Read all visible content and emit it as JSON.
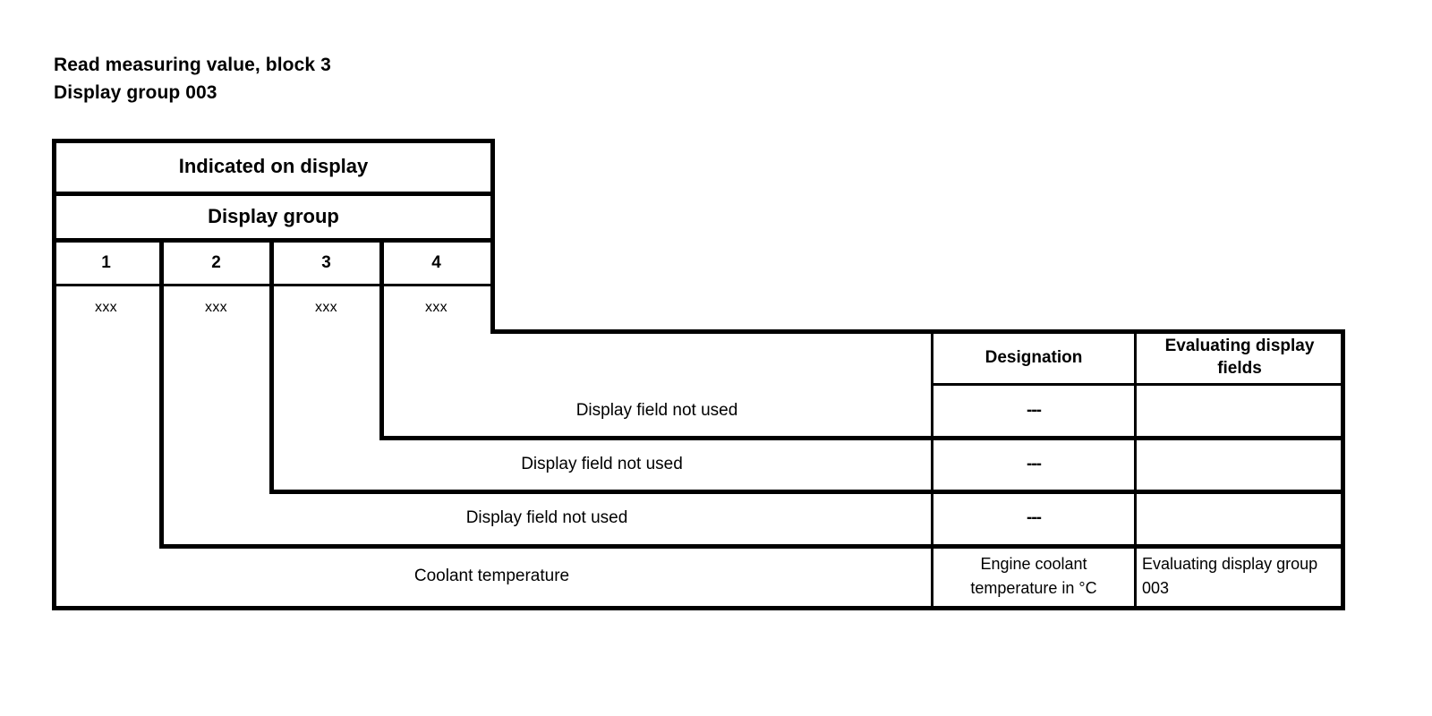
{
  "title": {
    "line1": "Read measuring value, block 3",
    "line2": "Display group 003"
  },
  "table": {
    "headers": {
      "indicated_on_display": "Indicated on display",
      "display_group": "Display group",
      "designation": "Designation",
      "evaluating_display_fields": "Evaluating display fields"
    },
    "group_columns": [
      {
        "number": "1",
        "value": "xxx"
      },
      {
        "number": "2",
        "value": "xxx"
      },
      {
        "number": "3",
        "value": "xxx"
      },
      {
        "number": "4",
        "value": "xxx"
      }
    ],
    "rows": [
      {
        "field": "4",
        "description": "Display field not used",
        "designation": "---",
        "evaluating_display_fields": ""
      },
      {
        "field": "3",
        "description": "Display field not used",
        "designation": "---",
        "evaluating_display_fields": ""
      },
      {
        "field": "2",
        "description": "Display field not used",
        "designation": "---",
        "evaluating_display_fields": ""
      },
      {
        "field": "1",
        "description": "Coolant temperature",
        "designation": "Engine coolant temperature in °C",
        "evaluating_display_fields": "Evaluating display group 003"
      }
    ]
  },
  "colors": {
    "line": "#000000",
    "background": "#ffffff",
    "text": "#000000"
  }
}
